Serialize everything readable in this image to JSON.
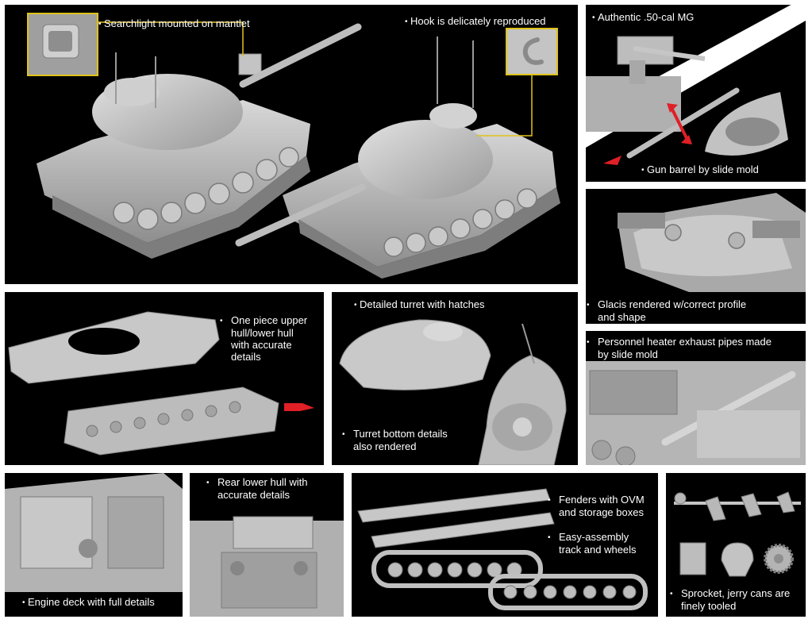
{
  "bullet": "•",
  "colors": {
    "panel_bg": "#000000",
    "model_grey": "#b9b9b9",
    "callout": "#e0c21a",
    "arrow_red": "#e01f26"
  },
  "captions": {
    "searchlight": "Searchlight mounted on mantlet",
    "hook": "Hook is delicately reproduced",
    "mg": "Authentic .50-cal MG",
    "barrel": "Gun barrel by slide mold",
    "glacis": "Glacis rendered w/correct profile\nand shape",
    "hull": "One piece upper\nhull/lower hull\nwith accurate\ndetails",
    "turret_top": "Detailed turret with hatches",
    "turret_bottom": "Turret bottom details\nalso rendered",
    "heater": "Personnel heater exhaust pipes made\nby slide mold",
    "engine": "Engine deck with full details",
    "rear": "Rear lower hull with\naccurate details",
    "fenders": "Fenders with OVM\nand storage boxes",
    "tracks": "Easy-assembly\ntrack and wheels",
    "sprocket": "Sprocket, jerry cans are\nfinely tooled"
  }
}
